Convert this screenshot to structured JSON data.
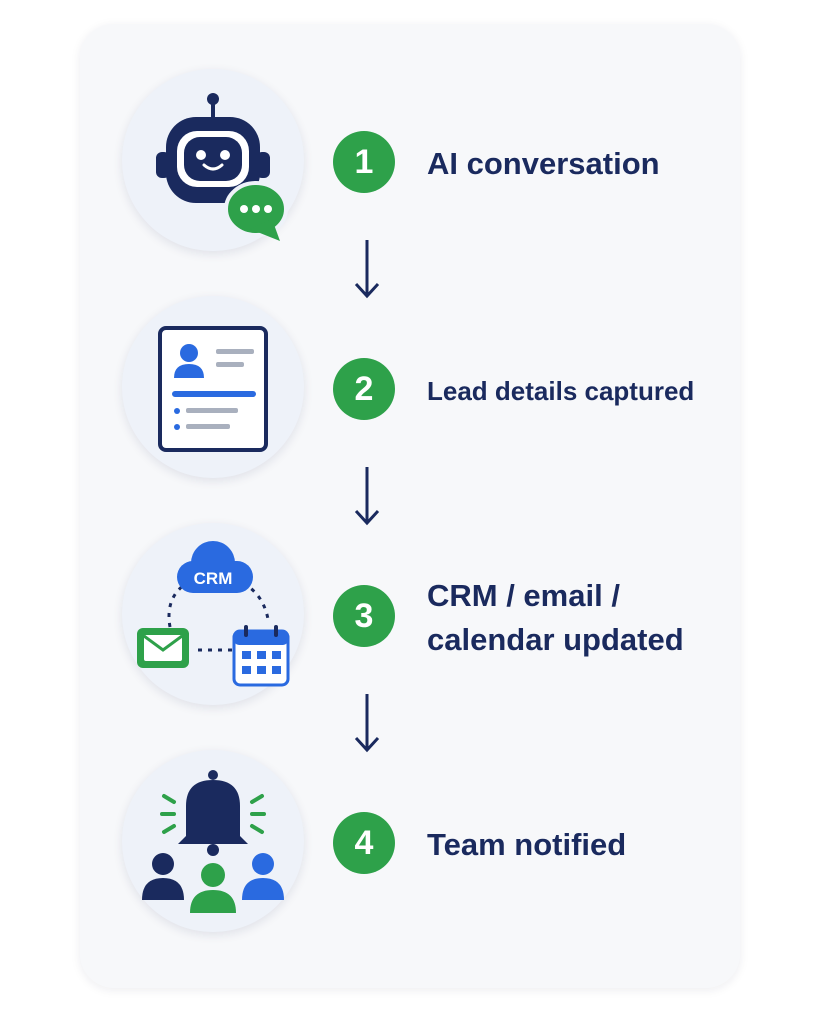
{
  "steps": [
    {
      "number": "1",
      "label": "AI conversation",
      "icon": "robot-chat-icon"
    },
    {
      "number": "2",
      "label": "Lead details captured",
      "icon": "lead-form-icon"
    },
    {
      "number": "3",
      "label_line1": "CRM / email /",
      "label_line2": "calendar updated",
      "icon": "crm-integrations-icon",
      "cloud_text": "CRM"
    },
    {
      "number": "4",
      "label": "Team notified",
      "icon": "team-bell-icon"
    }
  ],
  "colors": {
    "navy": "#1a2a5e",
    "green": "#2ea14a",
    "blue": "#2a6ae0",
    "card": "#f7f8fa"
  }
}
